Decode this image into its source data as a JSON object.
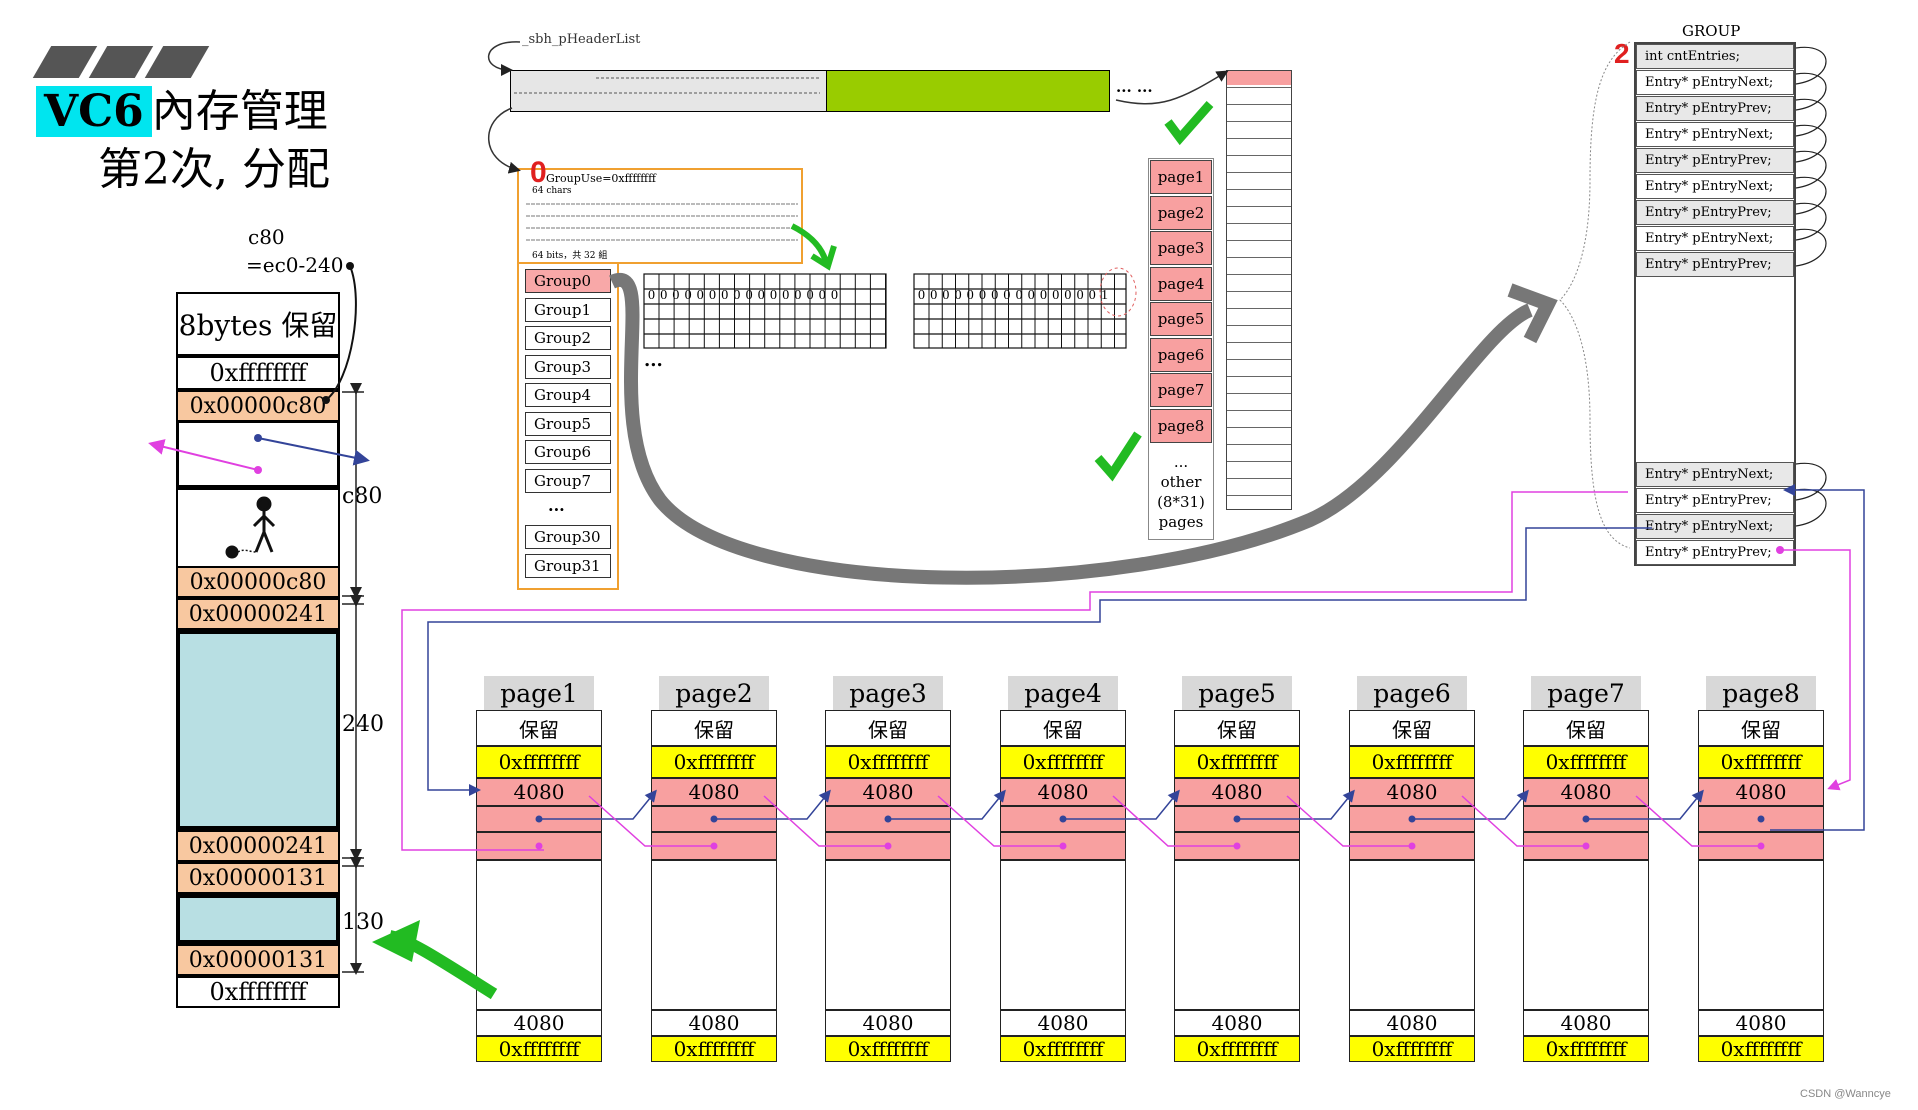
{
  "title": {
    "vc6": "VC6",
    "line1_rest": "內存管理",
    "line2": "第2次, 分配"
  },
  "left_column": {
    "c80_label": "c80",
    "c80_expr": "=ec0-240",
    "reserved_label": "8bytes 保留",
    "cells": [
      "0xffffffff",
      "0x00000c80",
      "0x00000c80",
      "0x00000241",
      "0x00000241",
      "0x00000131",
      "0x00000131",
      "0xffffffff"
    ],
    "bracket_labels": [
      "c80",
      "240",
      "130"
    ]
  },
  "header_list": {
    "label": "_sbh_pHeaderList",
    "dots": "... ..."
  },
  "region": {
    "marker": "0",
    "group_use": "GroupUse=0xffffffff",
    "chars_label": "64 chars",
    "bits_label": "64 bits，共 32 組",
    "groups": [
      "Group0",
      "Group1",
      "Group2",
      "Group3",
      "Group4",
      "Group5",
      "Group6",
      "Group7",
      "...",
      "Group30",
      "Group31"
    ],
    "bits_first_row": "0000000000000000",
    "bits_second_block": "0000000000000001",
    "ellipsis": "..."
  },
  "pages_list": {
    "items": [
      "page1",
      "page2",
      "page3",
      "page4",
      "page5",
      "page6",
      "page7",
      "page8"
    ],
    "other_lines": [
      "...",
      "other",
      "(8*31)",
      "pages"
    ]
  },
  "group_struct": {
    "title": "GROUP",
    "marker": "2",
    "count_field": "int  cntEntries;",
    "entries_top": [
      "Entry*  pEntryNext;",
      "Entry*  pEntryPrev;",
      "Entry*  pEntryNext;",
      "Entry*  pEntryPrev;",
      "Entry*  pEntryNext;",
      "Entry*  pEntryPrev;",
      "Entry*  pEntryNext;",
      "Entry*  pEntryPrev;"
    ],
    "entries_bottom": [
      "Entry*  pEntryNext;",
      "Entry*  pEntryPrev;",
      "Entry*  pEntryNext;",
      "Entry*  pEntryPrev;"
    ]
  },
  "pages": [
    {
      "name": "page1",
      "reserved": "保留",
      "sentinel": "0xffffffff",
      "size": "4080",
      "end_size": "4080",
      "end_sentinel": "0xffffffff"
    },
    {
      "name": "page2",
      "reserved": "保留",
      "sentinel": "0xffffffff",
      "size": "4080",
      "end_size": "4080",
      "end_sentinel": "0xffffffff"
    },
    {
      "name": "page3",
      "reserved": "保留",
      "sentinel": "0xffffffff",
      "size": "4080",
      "end_size": "4080",
      "end_sentinel": "0xffffffff"
    },
    {
      "name": "page4",
      "reserved": "保留",
      "sentinel": "0xffffffff",
      "size": "4080",
      "end_size": "4080",
      "end_sentinel": "0xffffffff"
    },
    {
      "name": "page5",
      "reserved": "保留",
      "sentinel": "0xffffffff",
      "size": "4080",
      "end_size": "4080",
      "end_sentinel": "0xffffffff"
    },
    {
      "name": "page6",
      "reserved": "保留",
      "sentinel": "0xffffffff",
      "size": "4080",
      "end_size": "4080",
      "end_sentinel": "0xffffffff"
    },
    {
      "name": "page7",
      "reserved": "保留",
      "sentinel": "0xffffffff",
      "size": "4080",
      "end_size": "4080",
      "end_sentinel": "0xffffffff"
    },
    {
      "name": "page8",
      "reserved": "保留",
      "sentinel": "0xffffffff",
      "size": "4080",
      "end_size": "4080",
      "end_sentinel": "0xffffffff"
    }
  ],
  "watermark": "CSDN @Wanncye",
  "colors": {
    "accent_cyan": "#00e5ef",
    "page_pink": "#f8a0a0",
    "sentinel_yellow": "#ffff00",
    "header_green": "#99cc00",
    "group_orange": "#f0a030",
    "alloc_blue": "#b8dfe3",
    "marker_red": "#e02020"
  }
}
